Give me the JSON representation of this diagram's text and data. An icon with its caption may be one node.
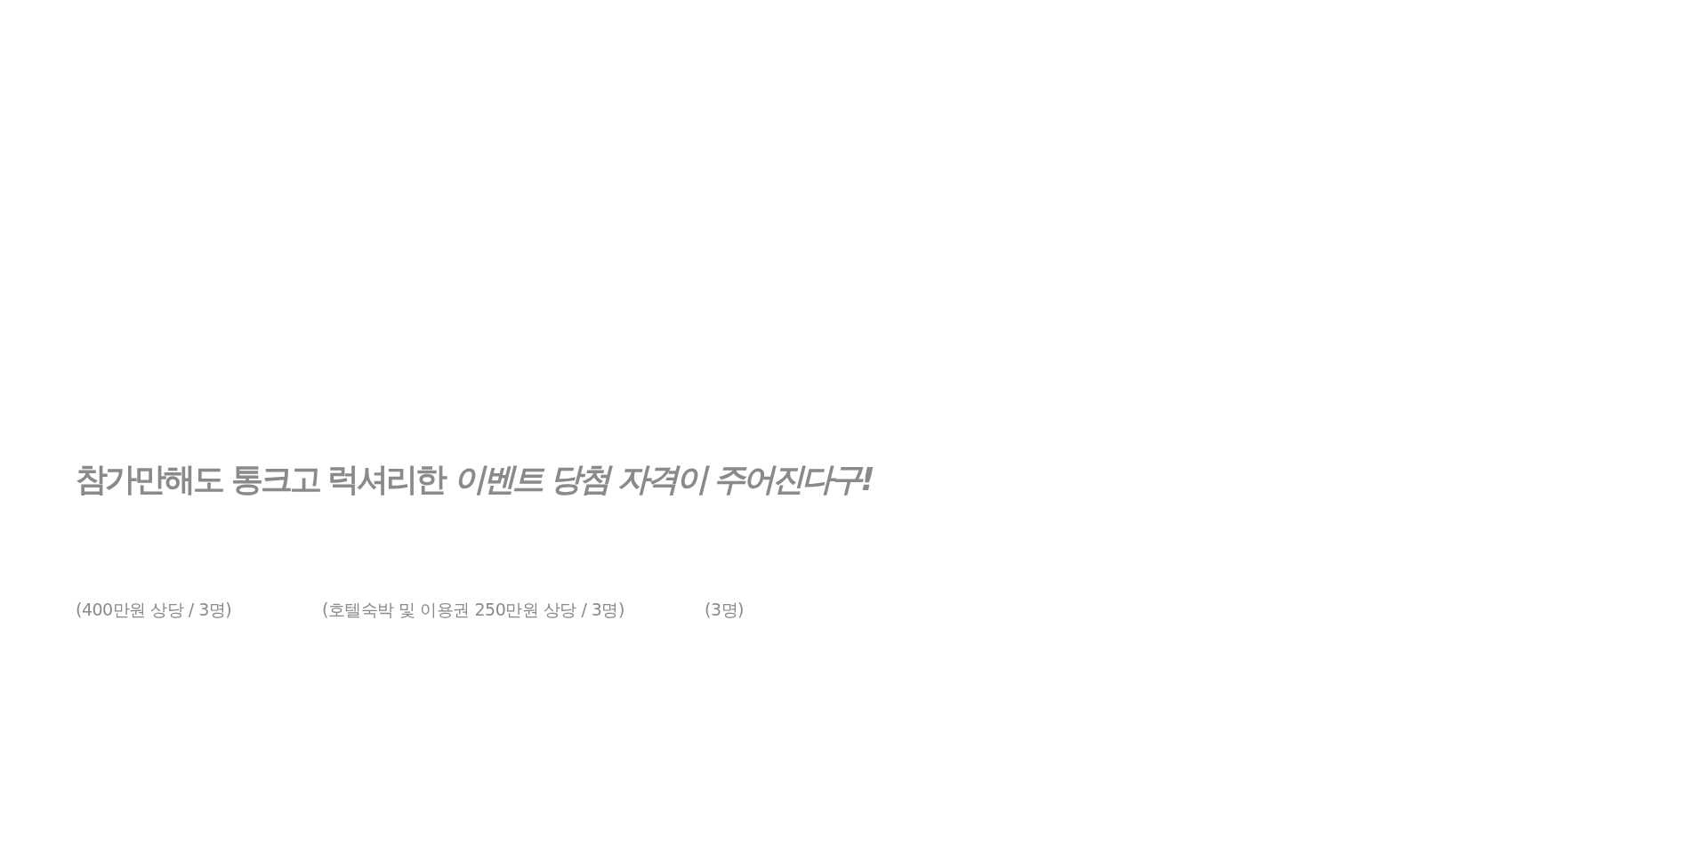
{
  "diagram": {
    "title": "참가만해도 통크고 럭셔리한 *이벤트 당첨 자격이 주어진다구!*",
    "labels": [
      "(400만원 상당 / 3명)",
      "(호텔숙박 및 이용권 250만원 상당 / 3명)",
      "(3명)"
    ]
  }
}
